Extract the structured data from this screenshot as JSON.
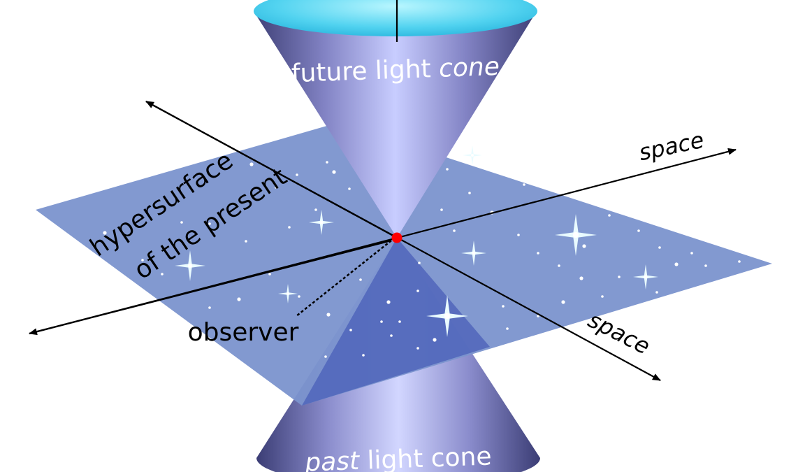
{
  "labels": {
    "future_cone_a": "future light ",
    "future_cone_b": "cone",
    "past_cone_a": "past",
    "past_cone_b": " light cone",
    "space_right": "space",
    "space_lower": "space",
    "hypersurface_line1": "hypersurface",
    "hypersurface_line2": "of the present",
    "observer": "observer"
  },
  "colors": {
    "plane": "#7b93cd",
    "cone_top": "#33c6ea",
    "cone_mid": "#c7ccff",
    "cone_edge": "#4b4e86",
    "observer_dot": "#ff0000",
    "axis": "#000000",
    "star": "#ffffff"
  }
}
